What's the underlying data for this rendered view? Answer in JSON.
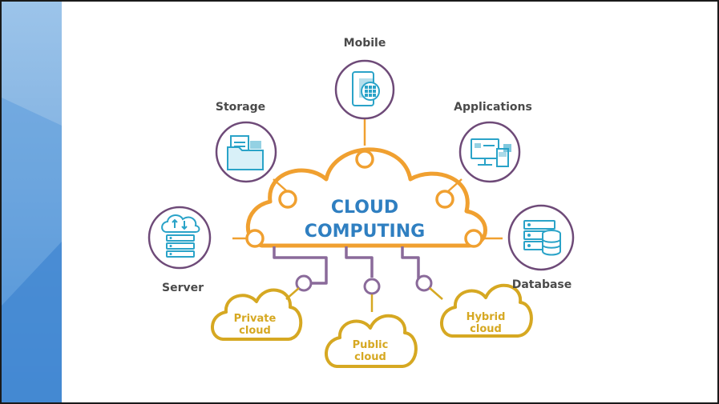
{
  "diagram": {
    "title_line1": "CLOUD",
    "title_line2": "COMPUTING",
    "nodes": {
      "mobile": "Mobile",
      "storage": "Storage",
      "applications": "Applications",
      "server": "Server",
      "database": "Database"
    },
    "cloud_types": {
      "private_line1": "Private",
      "private_line2": "cloud",
      "public_line1": "Public",
      "public_line2": "cloud",
      "hybrid_line1": "Hybrid",
      "hybrid_line2": "cloud"
    },
    "icons": {
      "mobile": "mobile-phone-icon",
      "storage": "folder-icon",
      "applications": "desktop-apps-icon",
      "server": "cloud-server-icon",
      "database": "database-icon"
    },
    "colors": {
      "cloud_outline": "#f0a030",
      "node_circle": "#6e4a78",
      "connector": "#8a6a9a",
      "sub_cloud": "#d6a822",
      "title": "#2f7fc1",
      "icon": "#2aa3c8"
    }
  }
}
